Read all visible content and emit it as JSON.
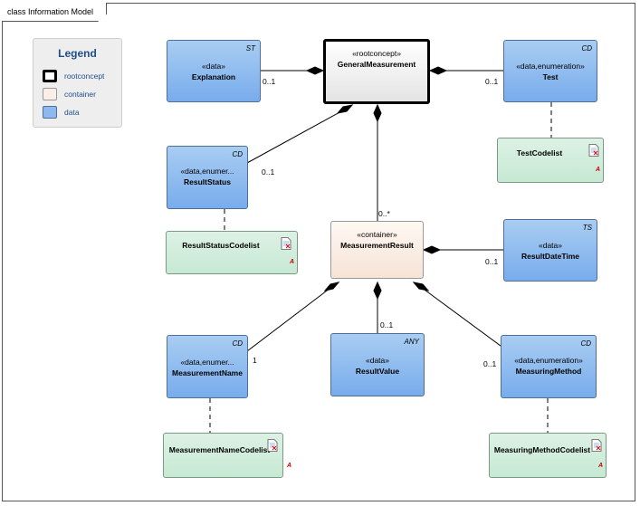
{
  "frame": {
    "title": "class Information Model"
  },
  "legend": {
    "title": "Legend",
    "items": [
      {
        "label": "rootconcept",
        "color": "#ffffff"
      },
      {
        "label": "container",
        "color": "#fbeee6"
      },
      {
        "label": "data",
        "color": "#8db9ee"
      }
    ]
  },
  "classes": {
    "general_measurement": {
      "stereotype": "«rootconcept»",
      "name": "GeneralMeasurement"
    },
    "explanation": {
      "stereotype": "«data»",
      "name": "Explanation",
      "tag": "ST"
    },
    "test": {
      "stereotype": "«data,enumeration»",
      "name": "Test",
      "tag": "CD"
    },
    "result_status": {
      "stereotype": "«data,enumer...",
      "name": "ResultStatus",
      "tag": "CD"
    },
    "measurement_result": {
      "stereotype": "«container»",
      "name": "MeasurementResult"
    },
    "result_date_time": {
      "stereotype": "«data»",
      "name": "ResultDateTime",
      "tag": "TS"
    },
    "measurement_name": {
      "stereotype": "«data,enumer...",
      "name": "MeasurementName",
      "tag": "CD"
    },
    "result_value": {
      "stereotype": "«data»",
      "name": "ResultValue",
      "tag": "ANY"
    },
    "measuring_method": {
      "stereotype": "«data,enumeration»",
      "name": "MeasuringMethod",
      "tag": "CD"
    }
  },
  "codelists": {
    "test_codelist": {
      "name": "TestCodelist",
      "mark": "A"
    },
    "result_status_codelist": {
      "name": "ResultStatusCodelist",
      "mark": "A"
    },
    "measurement_name_codelist": {
      "name": "MeasurementNameCodelist",
      "mark": "A"
    },
    "measuring_method_codelist": {
      "name": "MeasuringMethodCodelist",
      "mark": "A"
    }
  },
  "multiplicities": {
    "explanation": "0..1",
    "test": "0..1",
    "result_status": "0..1",
    "measurement_result": "0..*",
    "result_date_time": "0..1",
    "measurement_name": "1",
    "result_value": "0..1",
    "measuring_method": "0..1"
  },
  "colors": {
    "data": "#8db9ee",
    "codelist": "#d3eedd",
    "container": "#fbeee6",
    "line": "#000000"
  }
}
